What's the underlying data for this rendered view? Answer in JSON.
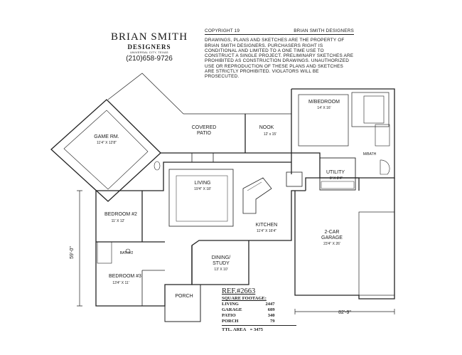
{
  "firm": {
    "name": "BRIAN SMITH",
    "subtitle": "DESIGNERS",
    "city": "UNIVERSAL CITY, TEXAS",
    "phone": "(210)658-9726"
  },
  "copyright": {
    "label": "COPYRIGHT 19",
    "holder": "BRIAN SMITH DESIGNERS",
    "notice": "DRAWINGS, PLANS AND SKETCHES ARE THE PROPERTY OF BRIAN SMITH DESIGNERS. PURCHASERS RIGHT IS CONDITIONAL AND LIMITED TO A ONE TIME USE TO CONSTRUCT A SINGLE PROJECT. PRELIMINARY SKETCHES ARE PROHIBITED AS CONSTRUCTION DRAWINGS. UNAUTHORIZED USE OR REPRODUCTION OF THESE PLANS AND SKETCHES ARE STRICTLY PROHIBITED. VIOLATORS WILL BE PROSECUTED."
  },
  "rooms": {
    "game": {
      "name": "GAME RM.",
      "dims": "11'4\" X 12'8\""
    },
    "patio": {
      "line1": "COVERED",
      "line2": "PATIO"
    },
    "nook": {
      "name": "NOOK",
      "dims": "12' x 15'"
    },
    "master": {
      "name": "M/BEDROOM",
      "dims": "14' X 16'"
    },
    "mbath": {
      "name": "M/BATH"
    },
    "utility": {
      "name": "UTILITY",
      "dims": "8' X 8'4\""
    },
    "living": {
      "name": "LIVING",
      "dims": "19'4\" X 18'"
    },
    "bed2": {
      "name": "BEDROOM #2",
      "dims": "11' X 12'"
    },
    "bath2": {
      "name": "BATH#2"
    },
    "kitchen": {
      "name": "KITCHEN",
      "dims": "11'4\" X 16'4\""
    },
    "garage": {
      "line1": "2-CAR",
      "line2": "GARAGE",
      "dims": "23'4\" X 26'"
    },
    "dining": {
      "line1": "DINING/",
      "line2": "STUDY",
      "dims": "13' X 10'"
    },
    "bed3": {
      "name": "BEDROOM #3",
      "dims": "13'4\" X 11'"
    },
    "porch": {
      "name": "PORCH"
    }
  },
  "dimensions": {
    "depth": "59'-0\"",
    "width": "82'-9\""
  },
  "reference": {
    "title": "REF.#2663",
    "heading": "SQUARE FOOTAGE:",
    "rows": [
      {
        "label": "LIVING",
        "value": "2447"
      },
      {
        "label": "GARAGE",
        "value": "609"
      },
      {
        "label": "PATIO",
        "value": "340"
      },
      {
        "label": "PORCH",
        "value": "79"
      }
    ],
    "total_label": "TTL. AREA",
    "total_value": "3475"
  }
}
